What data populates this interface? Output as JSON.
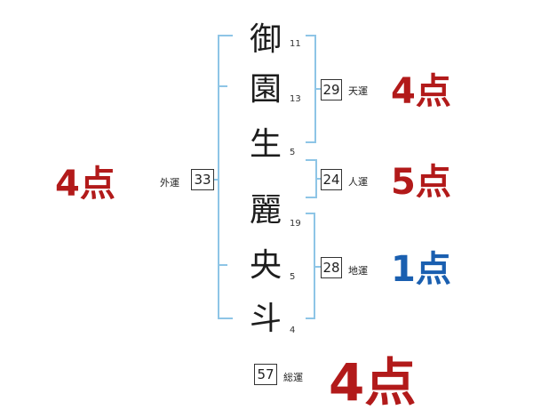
{
  "name": {
    "chars": [
      {
        "char": "御",
        "strokes": "11"
      },
      {
        "char": "園",
        "strokes": "13"
      },
      {
        "char": "生",
        "strokes": "5"
      },
      {
        "char": "麗",
        "strokes": "19"
      },
      {
        "char": "央",
        "strokes": "5"
      },
      {
        "char": "斗",
        "strokes": "4"
      }
    ]
  },
  "fortunes": {
    "tenkaku": {
      "value": "29",
      "label": "天運",
      "score": "4点"
    },
    "jinkaku": {
      "value": "24",
      "label": "人運",
      "score": "5点"
    },
    "chikaku": {
      "value": "28",
      "label": "地運",
      "score": "1点"
    },
    "gaikaku": {
      "value": "33",
      "label": "外運",
      "score": "4点"
    },
    "soukaku": {
      "value": "57",
      "label": "総運",
      "score": "4点"
    }
  },
  "colors": {
    "bracket": "#8ec5e6",
    "score_red": "#b21a1a",
    "score_blue": "#1a5fb0"
  }
}
